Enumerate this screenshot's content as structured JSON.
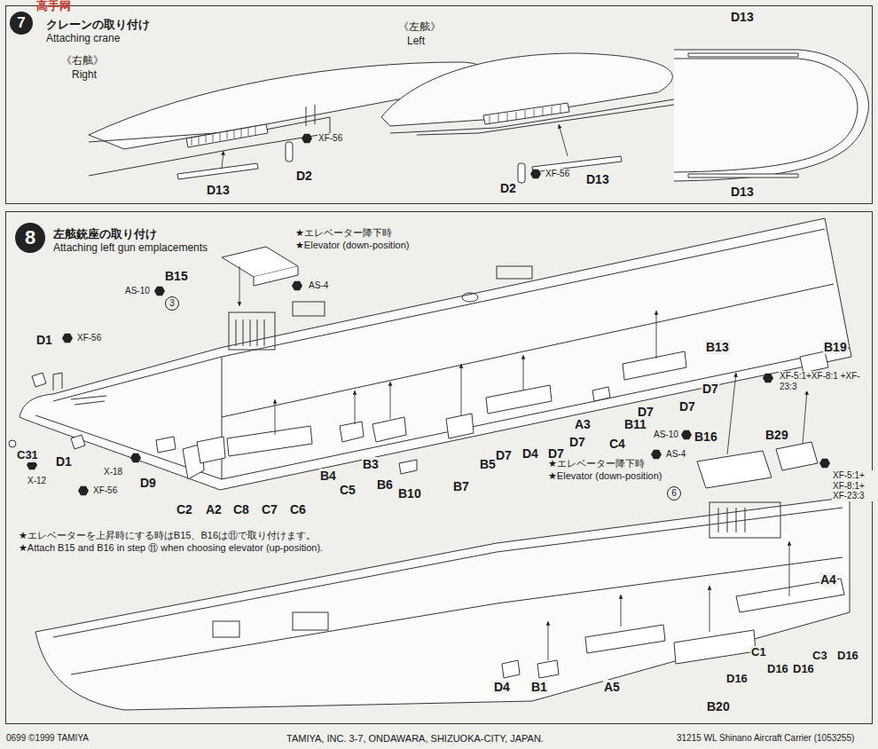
{
  "diagram": {
    "nodes": [
      {
        "text": [
          "クレーンの取り付け",
          "Attaching crane"
        ]
      },
      {
        "text": [
          "7"
        ],
        "in": 0
      },
      {
        "text": [
          "左舷銃座の取り付け",
          "Attaching left gun emplacements"
        ]
      },
      {
        "text": [
          "8"
        ],
        "in": 2
      }
    ],
    "labels": [
      "高手网",
      "《右舷》",
      "Right",
      "《左舷》",
      "Left",
      "D13",
      "D2",
      "XF-56",
      "D2",
      "XF-56",
      "D13",
      "D13",
      "D13",
      "★エレベーター降下時",
      "★Elevator (down-position)",
      "B15",
      "AS-10",
      "AS-4",
      "3",
      "D1",
      "XF-56",
      "C31",
      "X-12",
      "D1",
      "XF-56",
      "D9",
      "X-18",
      "C2",
      "A2",
      "C8",
      "C7",
      "C6",
      "B4",
      "C5",
      "B3",
      "B6",
      "B10",
      "B7",
      "B5",
      "D7",
      "D4",
      "D7",
      "D7",
      "A3",
      "C4",
      "B11",
      "D7",
      "D7",
      "D7",
      "B13",
      "XF-5:1+XF-8:1 +XF-23:3",
      "B19",
      "AS-10",
      "B16",
      "AS-4",
      "★エレベーター降下時",
      "★Elevator (down-position)",
      "6",
      "B29",
      "XF-5:1+ XF-8:1+ XF-23:3",
      "★エレベーターを上昇時にする時はB15、B16は⑪で取り付けます。",
      "★Attach B15 and B16 in step ⑪ when choosing elevator (up-position).",
      "A4",
      "C3",
      "D16",
      "D16",
      "C1",
      "D16",
      "D16",
      "D4",
      "B1",
      "A5",
      "B20",
      "0699 ©1999 TAMIYA",
      "TAMIYA, INC. 3-7, ONDAWARA, SHIZUOKA-CITY, JAPAN.",
      "31215 WL Shinano Aircraft Carrier (1053255)"
    ]
  }
}
